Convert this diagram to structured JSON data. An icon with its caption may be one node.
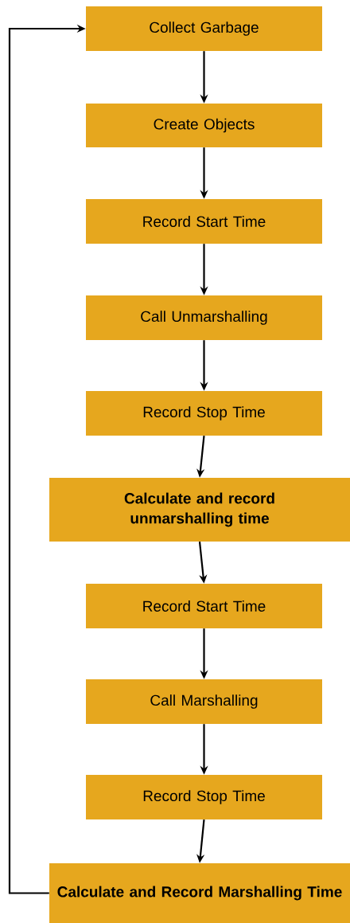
{
  "diagram": {
    "nodes": [
      {
        "text": [
          "Collect Garbage"
        ]
      },
      {
        "text": [
          "Create Objects"
        ]
      },
      {
        "text": [
          "Record Start Time"
        ]
      },
      {
        "text": [
          "Call Unmarshalling"
        ]
      },
      {
        "text": [
          "Record Stop Time"
        ]
      },
      {
        "text": [
          "Calculate and record unmarshalling time"
        ]
      },
      {
        "text": [
          "Record Start Time"
        ]
      },
      {
        "text": [
          "Call Marshalling"
        ]
      },
      {
        "text": [
          "Record Stop Time"
        ]
      },
      {
        "text": [
          "Calculate and Record Marshalling Time"
        ]
      }
    ],
    "edges": [
      {
        "from": 0,
        "to": 1,
        "arrow": "to"
      },
      {
        "from": 1,
        "to": 2,
        "arrow": "to"
      },
      {
        "from": 2,
        "to": 3,
        "arrow": "to"
      },
      {
        "from": 3,
        "to": 4,
        "arrow": "to"
      },
      {
        "from": 4,
        "to": 5,
        "arrow": "to"
      },
      {
        "from": 5,
        "to": 6,
        "arrow": "to"
      },
      {
        "from": 6,
        "to": 7,
        "arrow": "to"
      },
      {
        "from": 7,
        "to": 8,
        "arrow": "to"
      },
      {
        "from": 8,
        "to": 9,
        "arrow": "to"
      },
      {
        "from": 9,
        "to": 0,
        "arrow": "to"
      }
    ]
  }
}
